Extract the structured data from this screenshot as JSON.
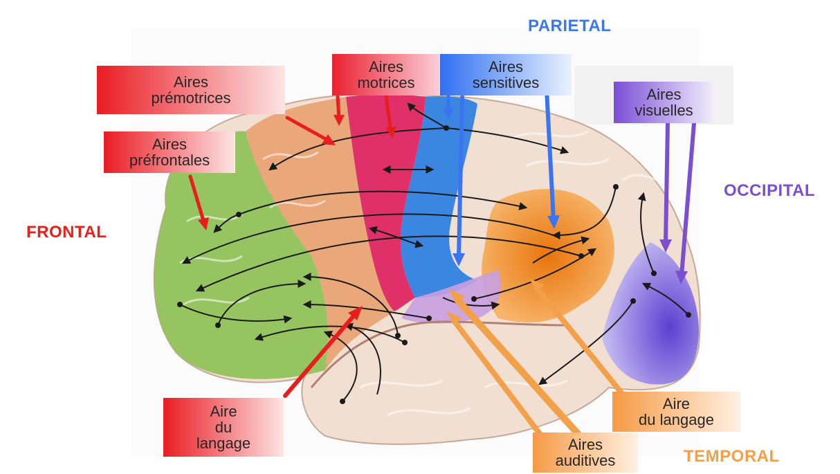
{
  "lobes": {
    "frontal": "FRONTAL",
    "parietal": "PARIETAL",
    "occipital": "OCCIPITAL",
    "temporal": "TEMPORAL"
  },
  "labels": {
    "premotor": "Aires\nprémotrices",
    "motor": "Aires\nmotrices",
    "sensory": "Aires\nsensitives",
    "visual": "Aires\nvisuelles",
    "prefrontal": "Aires\npréfrontales",
    "language_left": "Aire\ndu\nlangage",
    "language_right": "Aire\ndu langage",
    "auditory": "Aires\nauditives"
  },
  "colors": {
    "frontal": "#e8201a",
    "parietal": "#3b78ee",
    "occipital": "#7b4fd0",
    "temporal": "#f2a04a",
    "prefrontal_area": "#8fc25a",
    "premotor_area": "#e9a06e",
    "motor_area": "#e0306a",
    "sensory_area": "#3a86e0",
    "association_area": "#f0e0d0",
    "visual_area": "#8f7fe0",
    "auditory_area": "#c9a0e0",
    "wernicke_area": "#f08a20"
  }
}
